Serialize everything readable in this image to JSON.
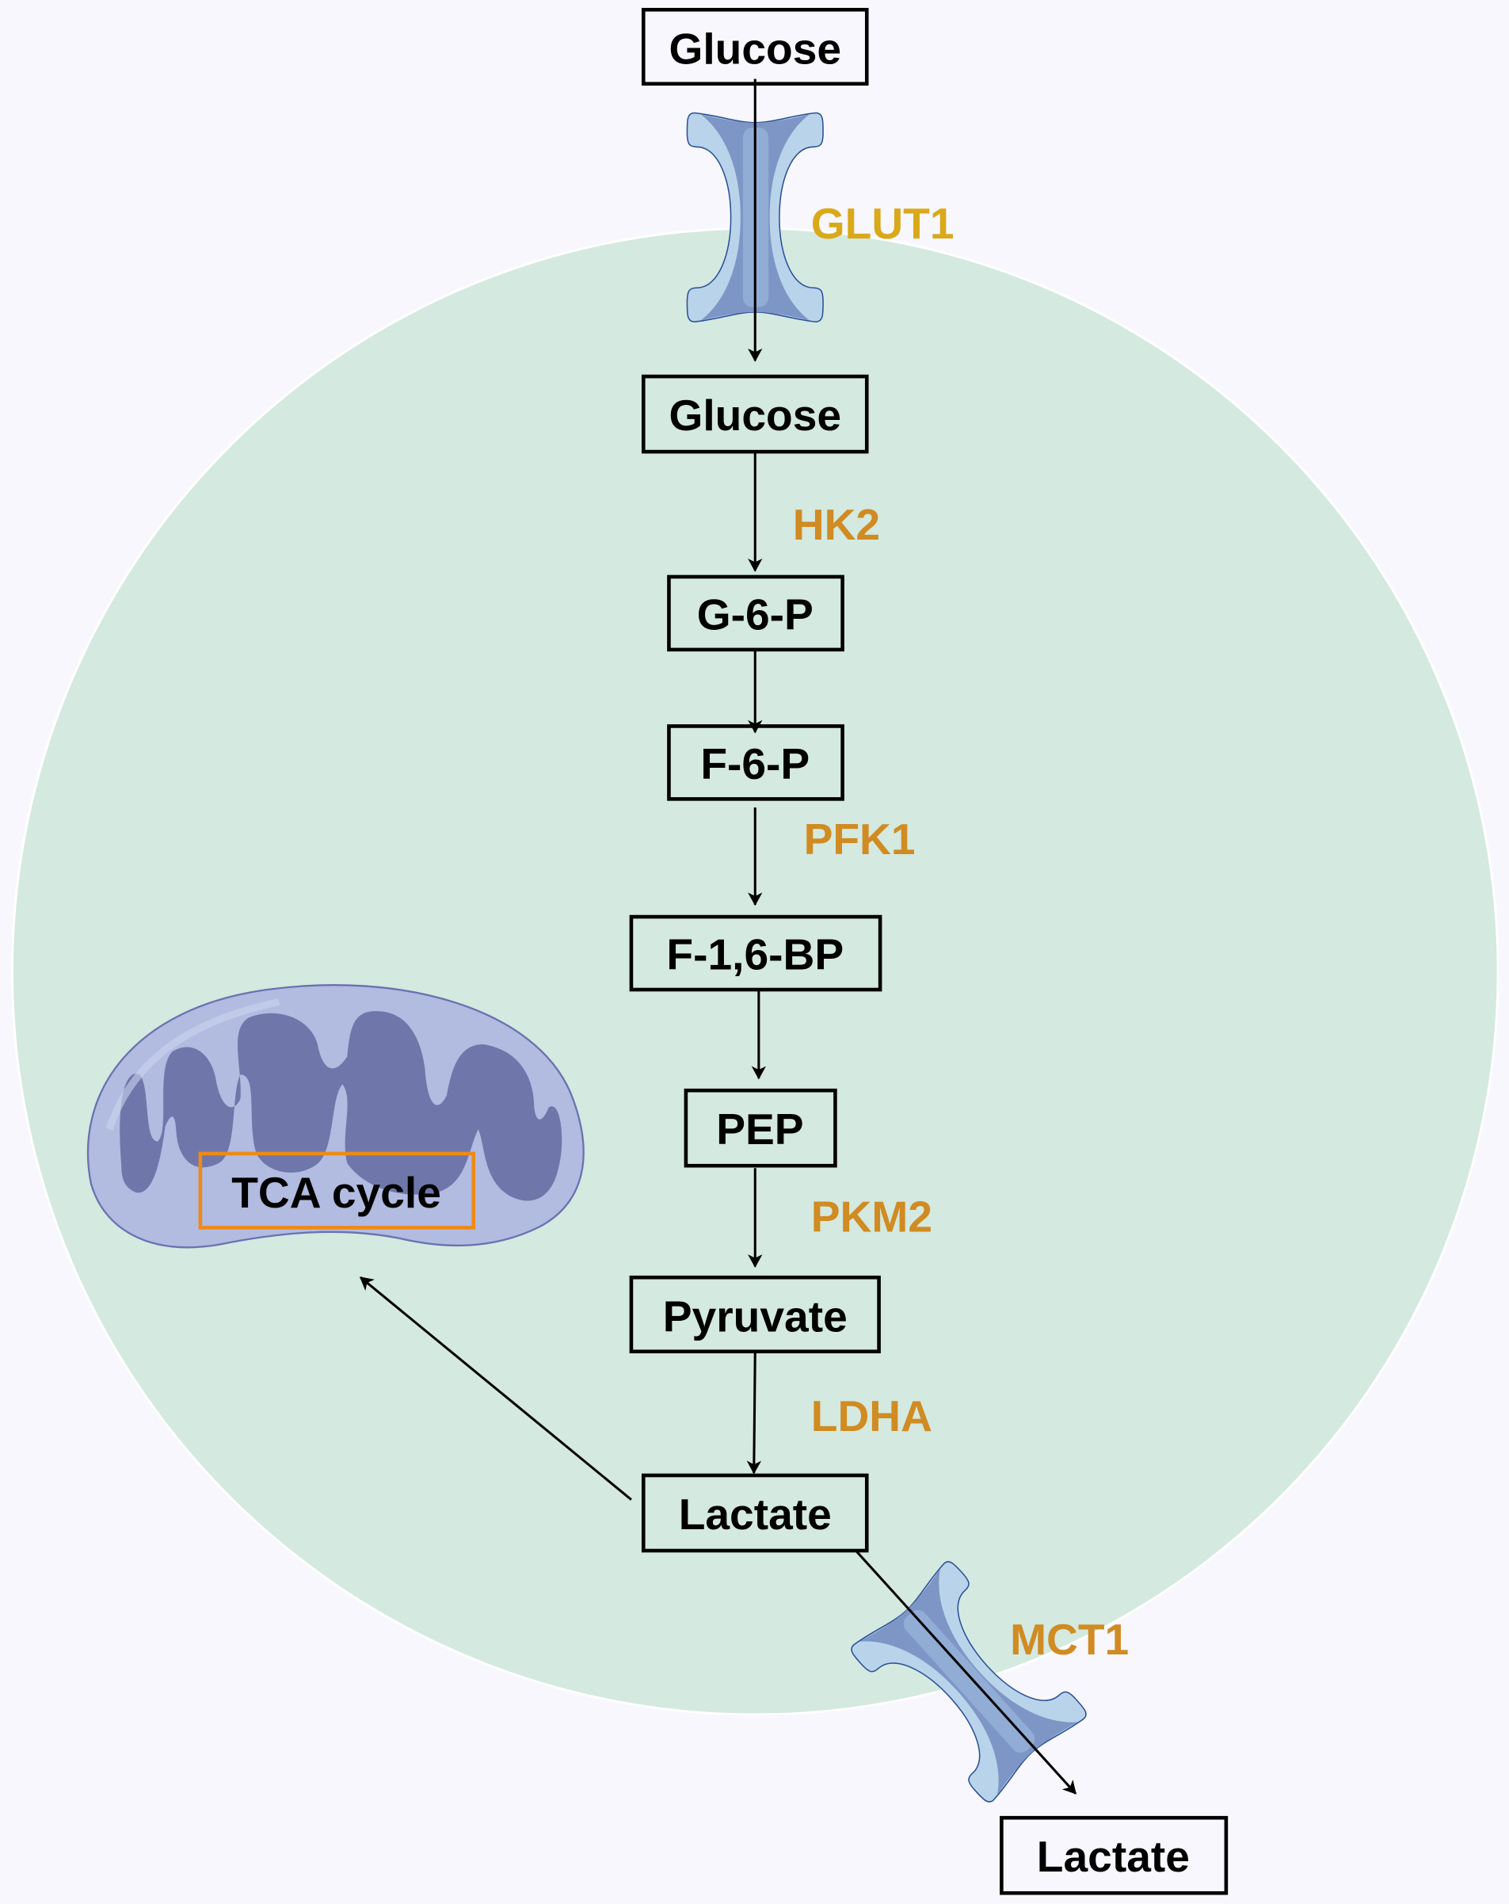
{
  "colors": {
    "background": "#f7f7fd",
    "cell": "#d4e9df",
    "glut1_label": "#daa91a",
    "enzyme_label": "#d08b22",
    "tca_border": "#ee8a16",
    "transporter_light": "#b9d4ea",
    "transporter_dark": "#7d96c6",
    "mitochondrion_outer": "#b2bbe0",
    "mitochondrion_cristae": "#6f77aa"
  },
  "metabolites": {
    "glucose_extracellular": "Glucose",
    "glucose_intracellular": "Glucose",
    "g6p": "G-6-P",
    "f6p": "F-6-P",
    "f16bp": "F-1,6-BP",
    "pep": "PEP",
    "pyruvate": "Pyruvate",
    "lactate_intracellular": "Lactate",
    "lactate_extracellular": "Lactate"
  },
  "enzymes": {
    "glut1": "GLUT1",
    "hk2": "HK2",
    "pfk1": "PFK1",
    "pkm2": "PKM2",
    "ldha": "LDHA",
    "mct1": "MCT1"
  },
  "mitochondrion": {
    "label": "TCA cycle"
  },
  "icons": [
    "glut1-transporter-icon",
    "mct1-transporter-icon",
    "mitochondrion-icon"
  ]
}
